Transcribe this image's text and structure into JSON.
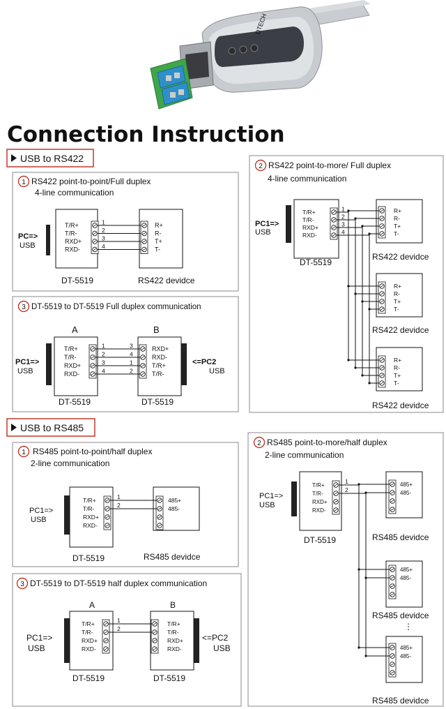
{
  "title": "Connection Instruction",
  "sections": {
    "rs422": "USB to RS422",
    "rs485": "USB to RS485"
  },
  "panels": {
    "p422_1": {
      "num": "1",
      "title": "RS422 point-to-point/Full  duplex",
      "subtitle": "4-line communication"
    },
    "p422_2": {
      "num": "2",
      "title": "RS422 point-to-more/ Full duplex",
      "subtitle": "4-line communication"
    },
    "p422_3": {
      "num": "3",
      "title": "DT-5519 to DT-5519 Full duplex communication"
    },
    "p485_1": {
      "num": "1",
      "title": "RS485 point-to-point/half duplex",
      "subtitle": "2-line communication"
    },
    "p485_2": {
      "num": "2",
      "title": "RS485 point-to-more/half duplex",
      "subtitle": "2-line communication"
    },
    "p485_3": {
      "num": "3",
      "title": "DT-5519 to DT-5519 half duplex communication"
    }
  },
  "labels": {
    "pc": "PC=>",
    "pc1": "PC1=>",
    "pc2": "<=PC2",
    "usb": "USB",
    "device": "DT-5519",
    "rs422_dev": "RS422 devidce",
    "rs485_dev": "RS485 devidce",
    "side_a": "A",
    "side_b": "B",
    "dots": "⋮"
  },
  "pins": {
    "dt": [
      "T/R+",
      "T/R-",
      "RXD+",
      "RXD-"
    ],
    "dt_b": [
      "RXD+",
      "RXD-",
      "T/R+",
      "T/R-"
    ],
    "rs422": [
      "R+",
      "R-",
      "T+",
      "T-"
    ],
    "rs485": [
      "485+",
      "485-"
    ]
  },
  "wire_numbers": [
    "1",
    "2",
    "3",
    "4"
  ],
  "wire_numbers_b": [
    "3",
    "4",
    "1",
    "2"
  ],
  "colors": {
    "frame": "#c0392b",
    "line": "#111111",
    "border": "#888888",
    "usb_bar": "#222222"
  }
}
